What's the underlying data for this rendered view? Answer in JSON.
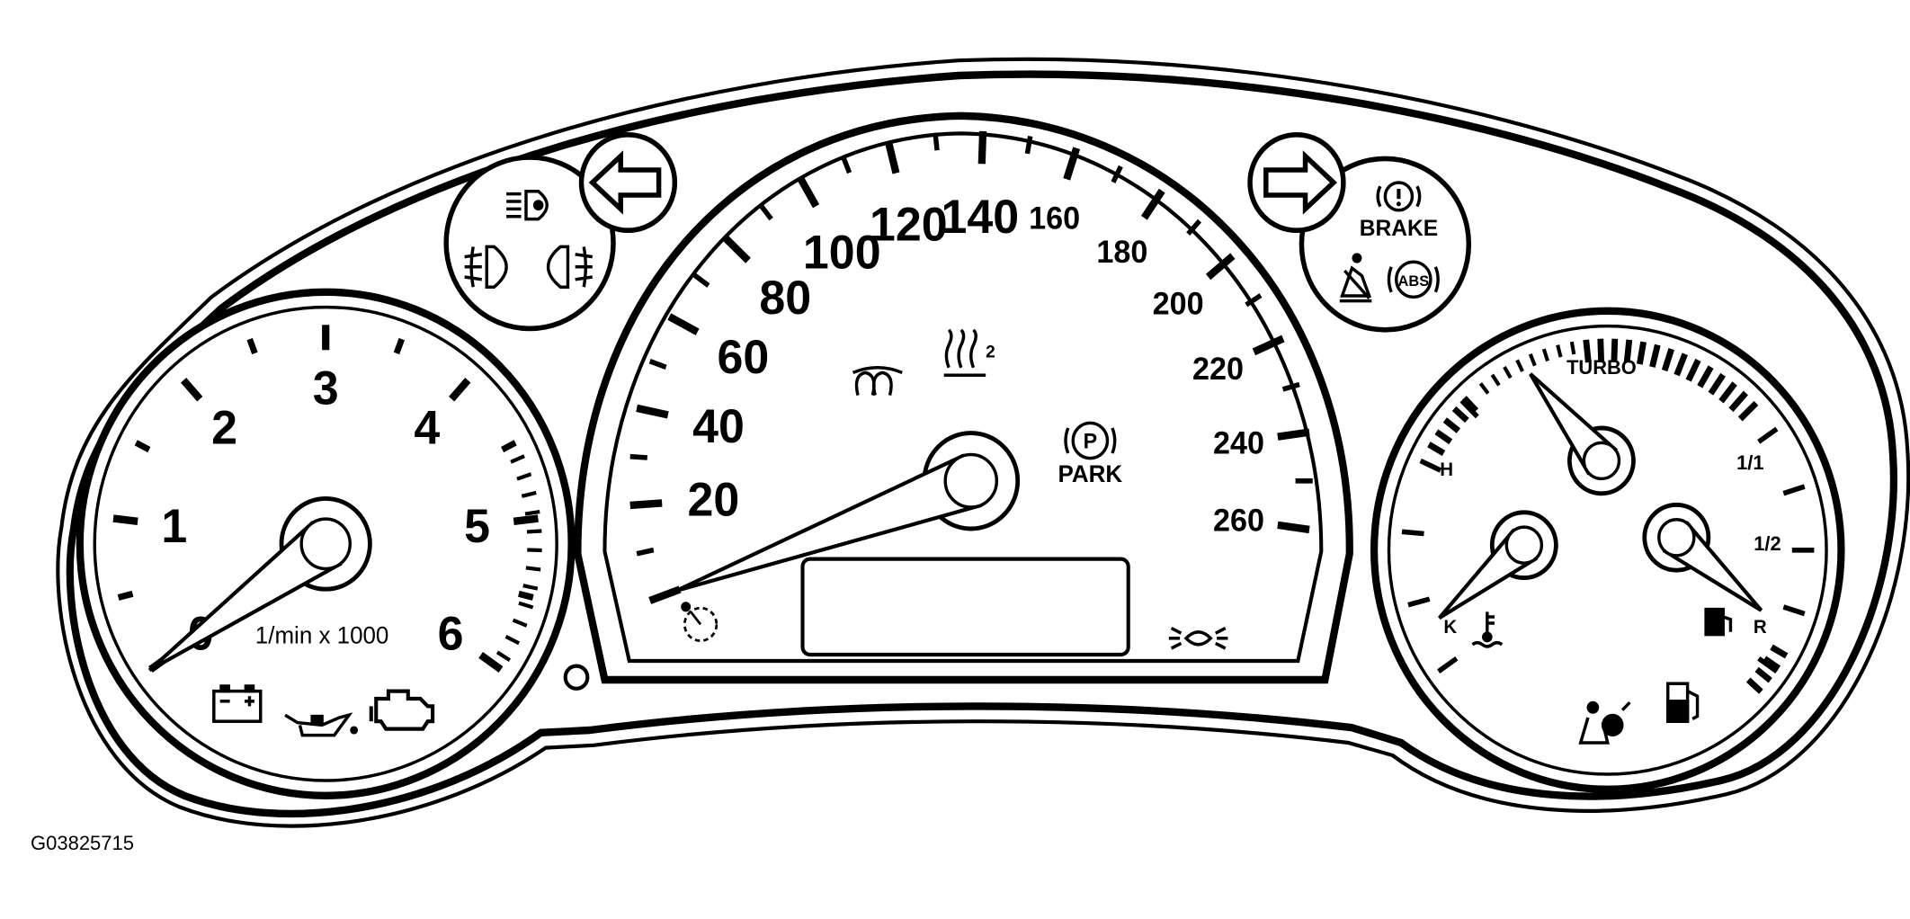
{
  "figure_id": "G03825715",
  "colors": {
    "ink": "#000000",
    "paper": "#ffffff"
  },
  "tachometer": {
    "labels": [
      "0",
      "1",
      "2",
      "3",
      "4",
      "5",
      "6"
    ],
    "unit_label": "1/min x 1000",
    "needle_value": 0,
    "indicator_icons": [
      "battery-icon",
      "oil-pressure-icon",
      "check-engine-icon"
    ]
  },
  "speedometer": {
    "labels": [
      "20",
      "40",
      "60",
      "80",
      "100",
      "120",
      "140",
      "160",
      "180",
      "200",
      "220",
      "240",
      "260"
    ],
    "needle_value": 0,
    "park_label": "PARK",
    "park_symbol": "P",
    "indicator_icons": [
      "rear-defrost-icon",
      "glow-plug-icon",
      "parking-brake-icon",
      "cruise-control-icon",
      "light-bulb-failure-icon"
    ]
  },
  "left_warning_cluster": {
    "icons": [
      "left-turn-signal-icon",
      "headlight-leveling-icon",
      "front-fog-light-icon",
      "rear-fog-light-icon"
    ]
  },
  "right_warning_cluster": {
    "brake_label": "BRAKE",
    "abs_label": "ABS",
    "icons": [
      "right-turn-signal-icon",
      "brake-warning-icon",
      "seatbelt-icon",
      "abs-icon"
    ]
  },
  "right_gauges": {
    "turbo_label": "TURBO",
    "temp_hot_label": "H",
    "temp_cold_label": "K",
    "fuel_full_label": "1/1",
    "fuel_half_label": "1/2",
    "fuel_empty_label": "R",
    "indicator_icons": [
      "coolant-temp-icon",
      "fuel-gauge-icon",
      "airbag-icon",
      "low-fuel-icon"
    ]
  }
}
